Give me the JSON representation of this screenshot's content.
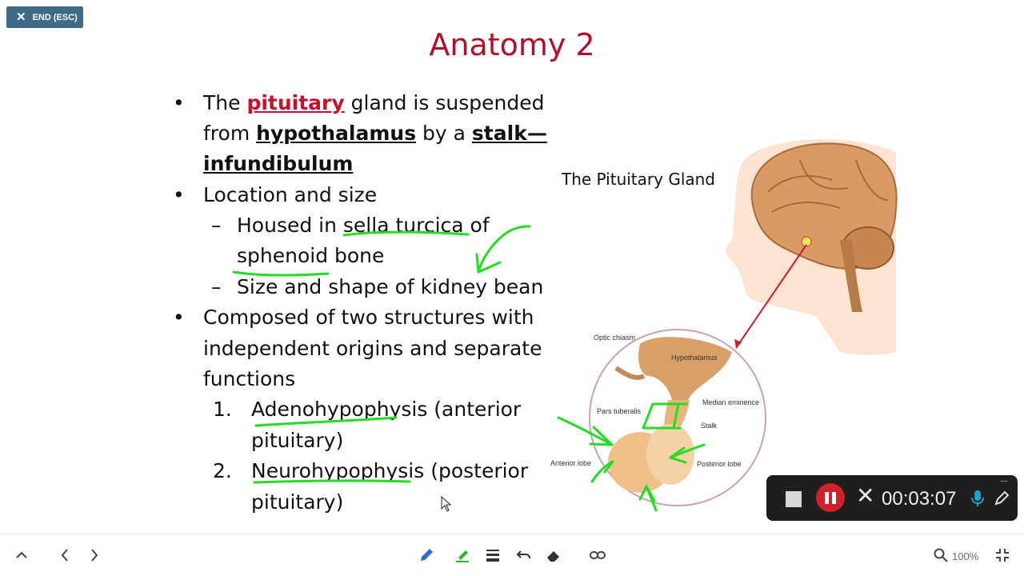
{
  "end_button": {
    "label": "END (ESC)"
  },
  "slide": {
    "title": "Anatomy 2",
    "bullet1": {
      "t1": "The ",
      "t2": "pituitary",
      "t3": " gland is suspended",
      "t4": "from ",
      "t5": "hypothalamus",
      "t6": " by a ",
      "t7": "stalk—",
      "t8": "infundibulum"
    },
    "bullet2": {
      "text": "Location and size",
      "sub1a": "Housed in sella turcica of",
      "sub1b": "sphenoid bone",
      "sub2": "Size and shape of kidney bean"
    },
    "bullet3": {
      "line1": "Composed of two structures with",
      "line2": "independent origins and separate",
      "line3": "functions",
      "item1_num": "1.",
      "item1a": "Adenohypophysis (anterior",
      "item1b": "pituitary)",
      "item2_num": "2.",
      "item2a": "Neurohypophysis (posterior",
      "item2b": "pituitary)"
    },
    "dash": "–",
    "bullet_char": "•"
  },
  "figure": {
    "title": "The Pituitary Gland",
    "labels": {
      "optic_chiasm": "Optic chiasm",
      "hypothalamus": "Hypothalamus",
      "median_eminence": "Median eminence",
      "pars_tuberalis": "Pars tuberalis",
      "stalk": "Stalk",
      "anterior_lobe": "Anterior lobe",
      "posterior_lobe": "Posterior lobe"
    }
  },
  "recorder": {
    "time": "00:03:07"
  },
  "toolbar": {
    "zoom": "100%"
  },
  "colors": {
    "title_red": "#b0102b",
    "annotation_green": "#22dd22",
    "recorder_bg": "#1e1e1e",
    "end_button_bg": "#3f6b86"
  }
}
